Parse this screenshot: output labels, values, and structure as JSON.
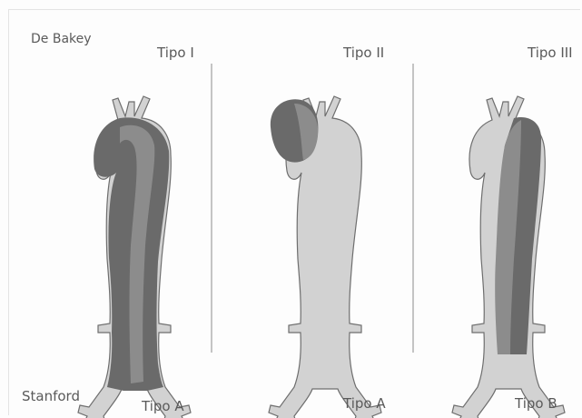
{
  "classification_left_top": "De Bakey",
  "classification_left_bottom": "Stanford",
  "panels": [
    {
      "debakey_type": "Tipo I",
      "stanford_type": "Tipo A"
    },
    {
      "debakey_type": "Tipo II",
      "stanford_type": "Tipo A"
    },
    {
      "debakey_type": "Tipo III",
      "stanford_type": "Tipo B"
    }
  ],
  "colors": {
    "lumen": "#d2d2d2",
    "dissection_light": "#8c8c8c",
    "dissection_dark": "#5e5e5e",
    "outline": "#6e6e6e",
    "divider": "#c4c4c4"
  }
}
